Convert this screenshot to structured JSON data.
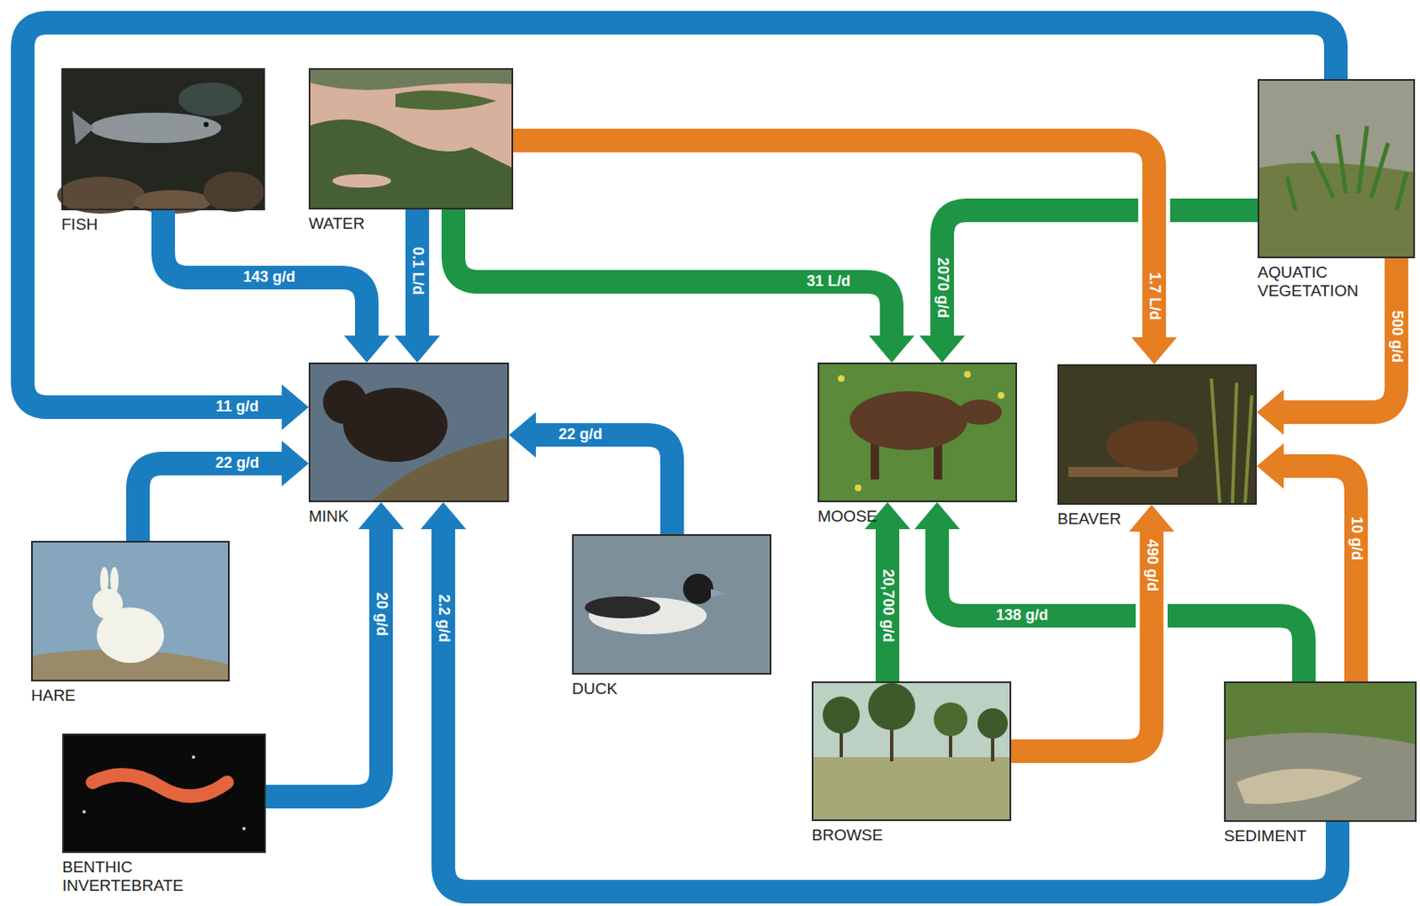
{
  "diagram": {
    "nodes": [
      {
        "text": [
          "FISH"
        ]
      },
      {
        "text": [
          "WATER"
        ]
      },
      {
        "text": [
          "AQUATIC VEGETATION"
        ]
      },
      {
        "text": [
          "MINK"
        ]
      },
      {
        "text": [
          "MOOSE"
        ]
      },
      {
        "text": [
          "BEAVER"
        ]
      },
      {
        "text": [
          "HARE"
        ]
      },
      {
        "text": [
          "DUCK"
        ]
      },
      {
        "text": [
          "BROWSE"
        ]
      },
      {
        "text": [
          "SEDIMENT"
        ]
      },
      {
        "text": [
          "BENTHIC INVERTEBRATE"
        ]
      }
    ],
    "edges": [
      {
        "from": 0,
        "to": 3,
        "label": "143 g/d",
        "arrow": "to"
      },
      {
        "from": 1,
        "to": 3,
        "label": "0.1 L/d",
        "arrow": "to"
      },
      {
        "from": 2,
        "to": 3,
        "label": "11 g/d",
        "arrow": "to"
      },
      {
        "from": 6,
        "to": 3,
        "label": "22 g/d",
        "arrow": "to"
      },
      {
        "from": 7,
        "to": 3,
        "label": "22 g/d",
        "arrow": "to"
      },
      {
        "from": 10,
        "to": 3,
        "label": "20 g/d",
        "arrow": "to"
      },
      {
        "from": 9,
        "to": 3,
        "label": "2.2 g/d",
        "arrow": "to"
      },
      {
        "from": 1,
        "to": 4,
        "label": "31 L/d",
        "arrow": "to"
      },
      {
        "from": 2,
        "to": 4,
        "label": "2070 g/d",
        "arrow": "to"
      },
      {
        "from": 8,
        "to": 4,
        "label": "20,700 g/d",
        "arrow": "to"
      },
      {
        "from": 9,
        "to": 4,
        "label": "138 g/d",
        "arrow": "to"
      },
      {
        "from": 1,
        "to": 5,
        "label": "1.7 L/d",
        "arrow": "to"
      },
      {
        "from": 2,
        "to": 5,
        "label": "500 g/d",
        "arrow": "to"
      },
      {
        "from": 8,
        "to": 5,
        "label": "490 g/d",
        "arrow": "to"
      },
      {
        "from": 9,
        "to": 5,
        "label": "10 g/d",
        "arrow": "to"
      }
    ]
  }
}
